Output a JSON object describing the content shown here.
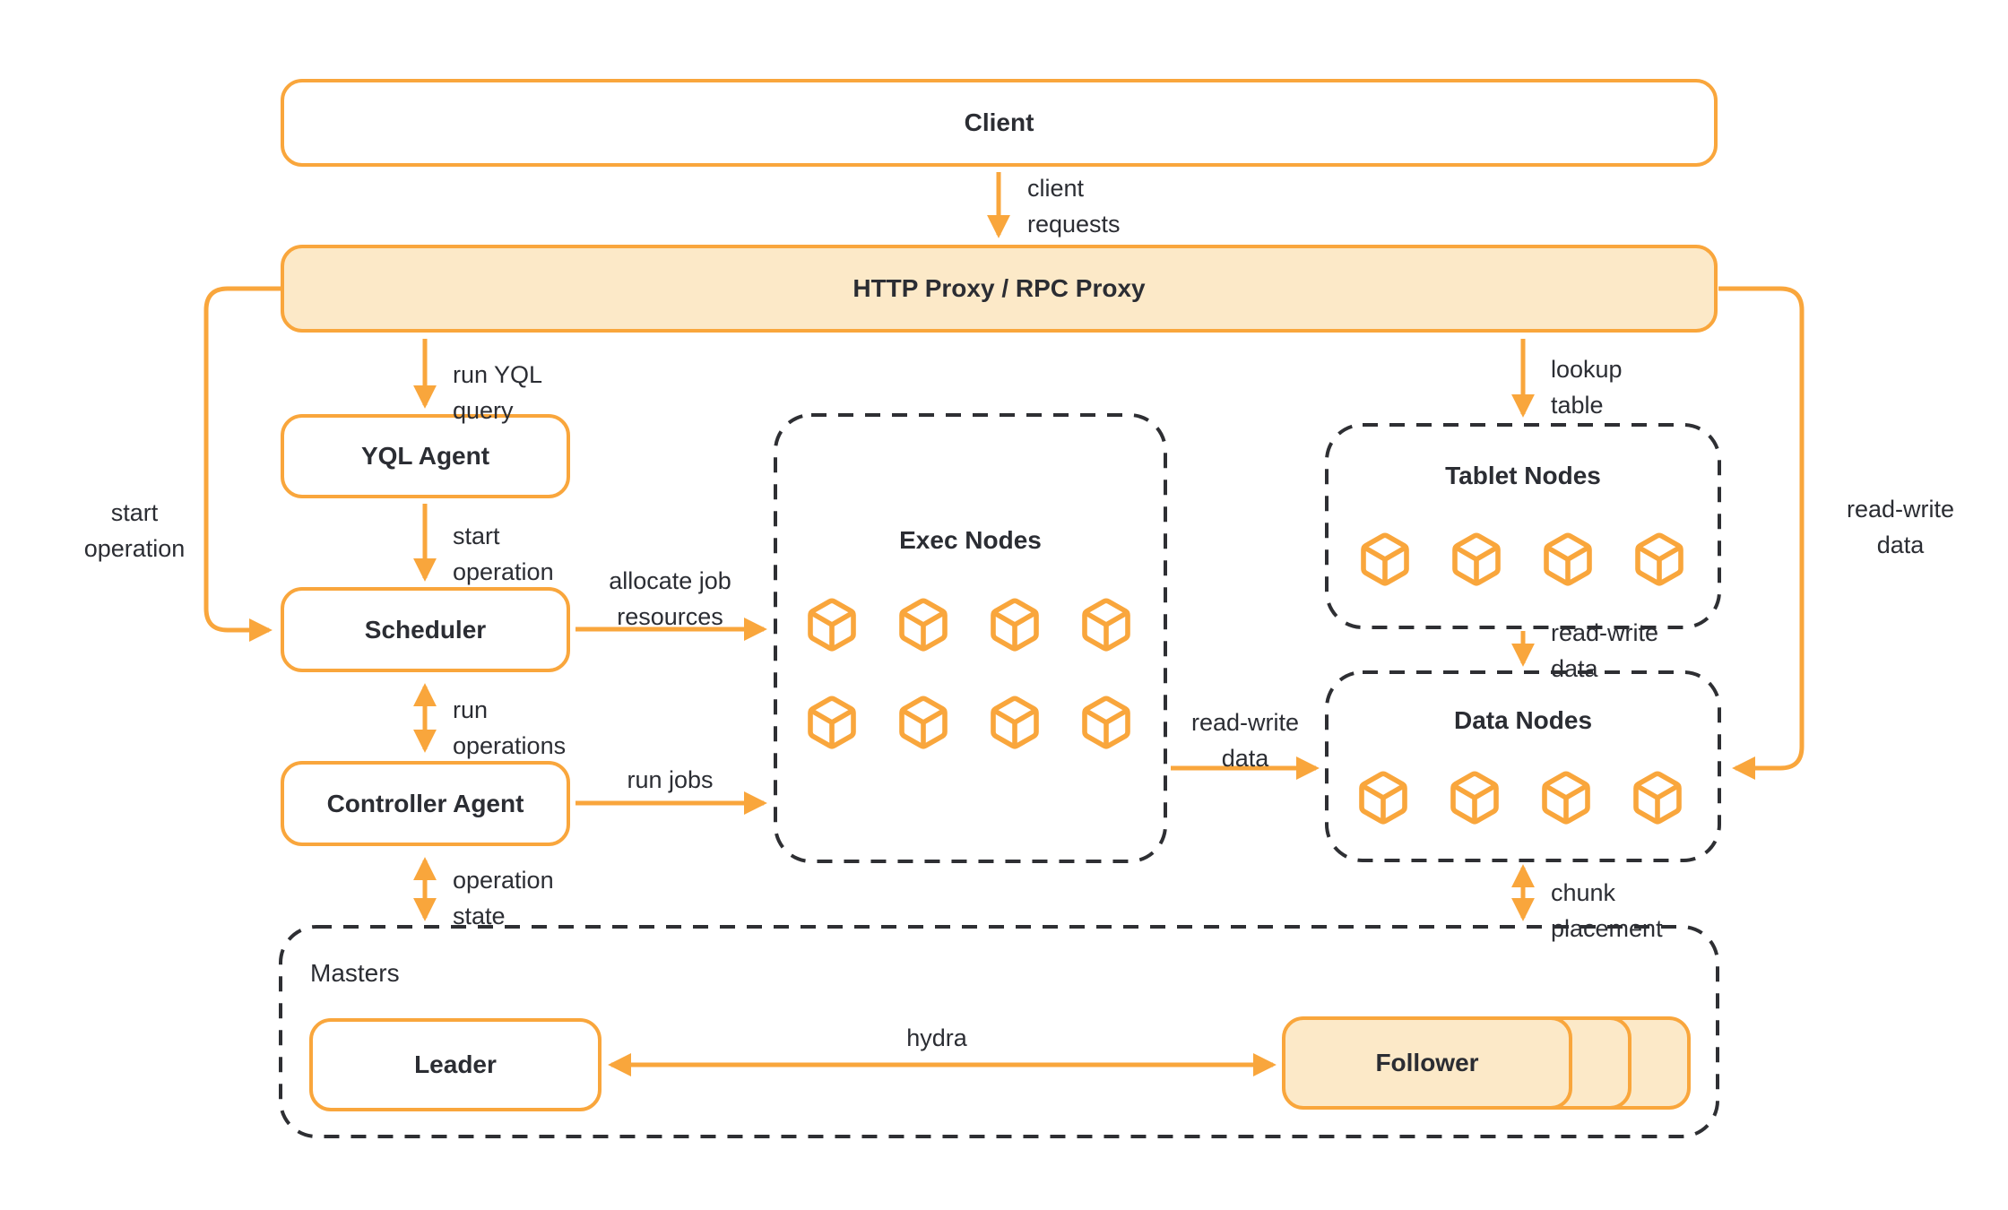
{
  "palette": {
    "accent": "#F9A63C",
    "accent_fill": "#FCE9C8",
    "dash_border": "#2E2F33",
    "text": "#2B2D33",
    "background": "#FFFFFF"
  },
  "nodes": {
    "client": {
      "label": "Client"
    },
    "proxy": {
      "label": "HTTP Proxy / RPC Proxy"
    },
    "yql_agent": {
      "label": "YQL Agent"
    },
    "scheduler": {
      "label": "Scheduler"
    },
    "controller_agent": {
      "label": "Controller Agent"
    },
    "exec_nodes": {
      "label": "Exec Nodes",
      "cube_count": 8,
      "icon": "cube-icon"
    },
    "tablet_nodes": {
      "label": "Tablet Nodes",
      "cube_count": 4,
      "icon": "cube-icon"
    },
    "data_nodes": {
      "label": "Data Nodes",
      "cube_count": 4,
      "icon": "cube-icon"
    },
    "masters": {
      "label": "Masters"
    },
    "leader": {
      "label": "Leader"
    },
    "follower": {
      "label": "Follower",
      "stack_count": 3
    }
  },
  "edges": {
    "client_requests": "client\nrequests",
    "run_yql_query": "run YQL\nquery",
    "start_operation": "start\noperation",
    "start_operation_left": "start\noperation",
    "run_operations": "run\noperations",
    "operation_state": "operation\nstate",
    "allocate_job_resources": "allocate job\nresources",
    "run_jobs": "run jobs",
    "read_write_exec_data": "read-write\ndata",
    "read_write_tablet_data": "read-write\ndata",
    "read_write_right": "read-write\ndata",
    "lookup_table": "lookup\ntable",
    "chunk_placement": "chunk\nplacement",
    "hydra": "hydra"
  }
}
